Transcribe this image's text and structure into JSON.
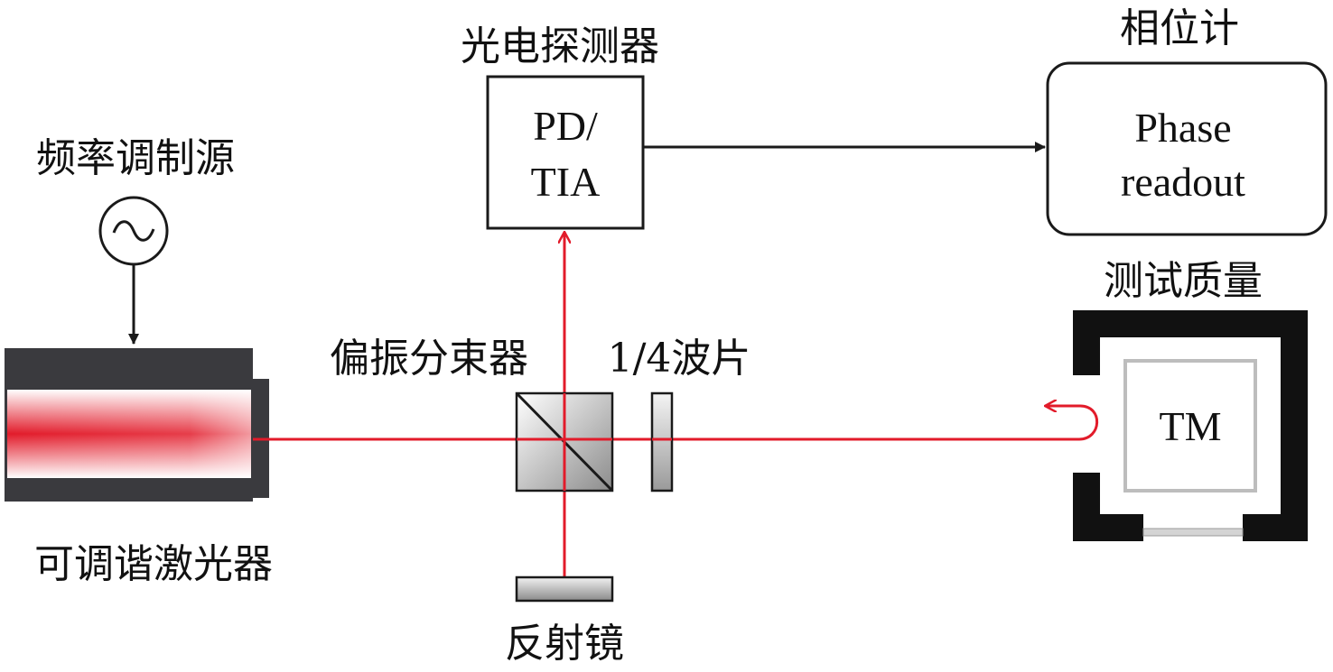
{
  "labels": {
    "fm_source": "频率调制源",
    "laser": "可调谐激光器",
    "pbs": "偏振分束器",
    "qwp": "1/4波片",
    "mirror": "反射镜",
    "photodetector": "光电探测器",
    "phasemeter": "相位计",
    "test_mass": "测试质量"
  },
  "blocks": {
    "pd_line1": "PD/",
    "pd_line2": "TIA",
    "phase_line1": "Phase",
    "phase_line2": "readout",
    "tm": "TM"
  },
  "colors": {
    "beam": "#e21b2a",
    "laser_body": "#3a3a3e",
    "housing": "#111111",
    "stroke": "#1a1a1a"
  }
}
